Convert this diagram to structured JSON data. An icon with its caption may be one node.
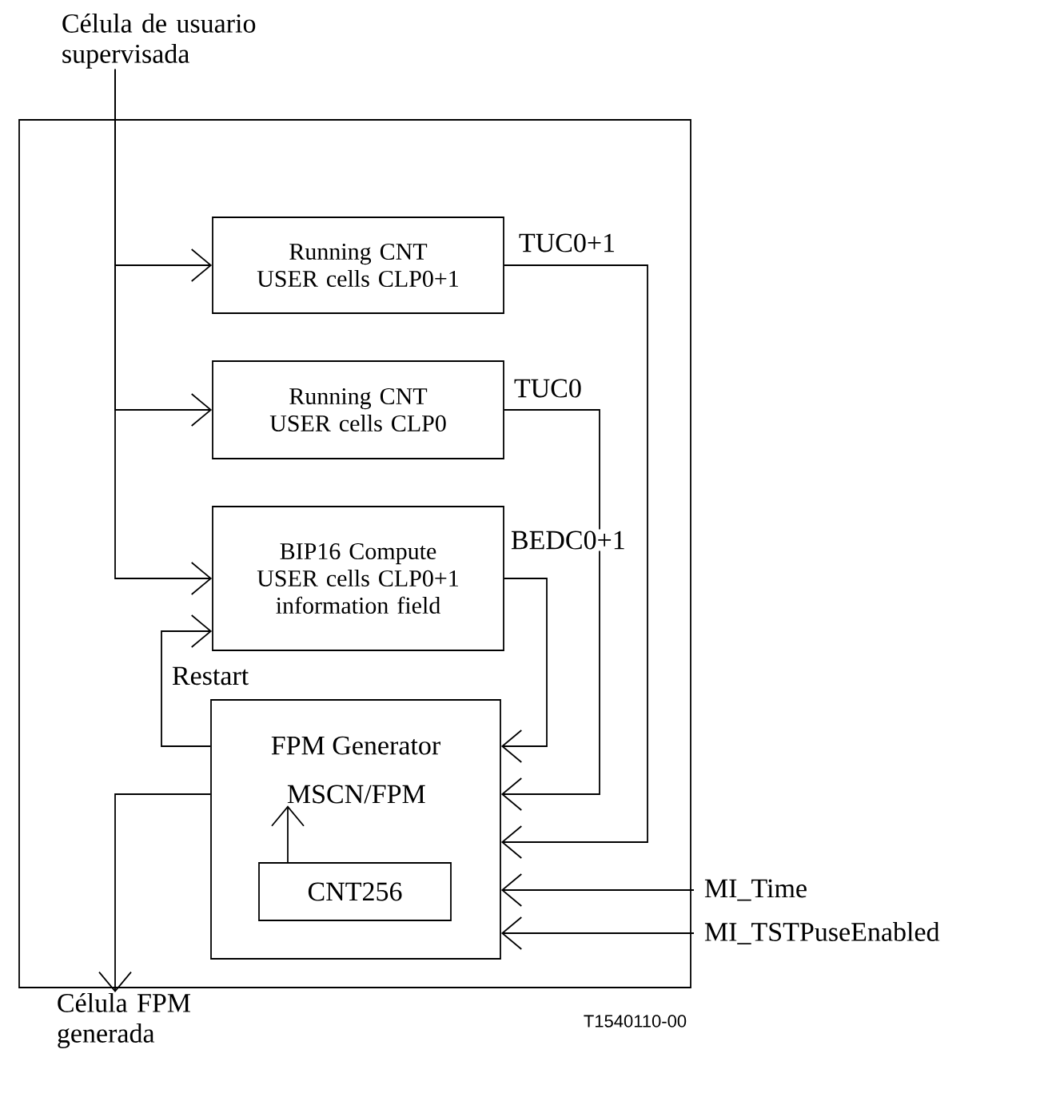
{
  "diagram": {
    "nodes": [
      {
        "text": [
          "Célula de usuario supervisada"
        ]
      },
      {
        "text": [],
        "shape": "box"
      },
      {
        "text": [
          "Running CNT USER cells CLP0+1"
        ],
        "in": 1
      },
      {
        "text": [
          "Running CNT USER cells CLP0"
        ],
        "in": 1
      },
      {
        "text": [
          "BIP16 Compute USER cells CLP0+1 information field"
        ],
        "in": 1
      },
      {
        "text": [
          "FPM Generator"
        ],
        "in": 1
      },
      {
        "text": [
          "MSCN/FPM"
        ],
        "in": 5
      },
      {
        "text": [
          "CNT256"
        ],
        "in": 5
      },
      {
        "text": [
          "MI_Time"
        ]
      },
      {
        "text": [
          "MI_TSTPuseEnabled"
        ]
      },
      {
        "text": [
          "Célula FPM generada"
        ]
      }
    ],
    "edges": [
      {
        "from": 0,
        "to": 2,
        "arrow": "to"
      },
      {
        "from": 0,
        "to": 3,
        "arrow": "to"
      },
      {
        "from": 0,
        "to": 4,
        "arrow": "to"
      },
      {
        "from": 2,
        "to": 5,
        "arrow": "to",
        "label": "TUC0+1"
      },
      {
        "from": 3,
        "to": 5,
        "arrow": "to",
        "label": "TUC0"
      },
      {
        "from": 4,
        "to": 5,
        "arrow": "to",
        "label": "BEDC0+1"
      },
      {
        "from": 5,
        "to": 4,
        "arrow": "to",
        "label": "Restart"
      },
      {
        "from": 7,
        "to": 6,
        "arrow": "to"
      },
      {
        "from": 8,
        "to": 5,
        "arrow": "to"
      },
      {
        "from": 9,
        "to": 5,
        "arrow": "to"
      },
      {
        "from": 5,
        "to": 10,
        "arrow": "to"
      }
    ],
    "labels": [
      "T1540110-00"
    ]
  }
}
